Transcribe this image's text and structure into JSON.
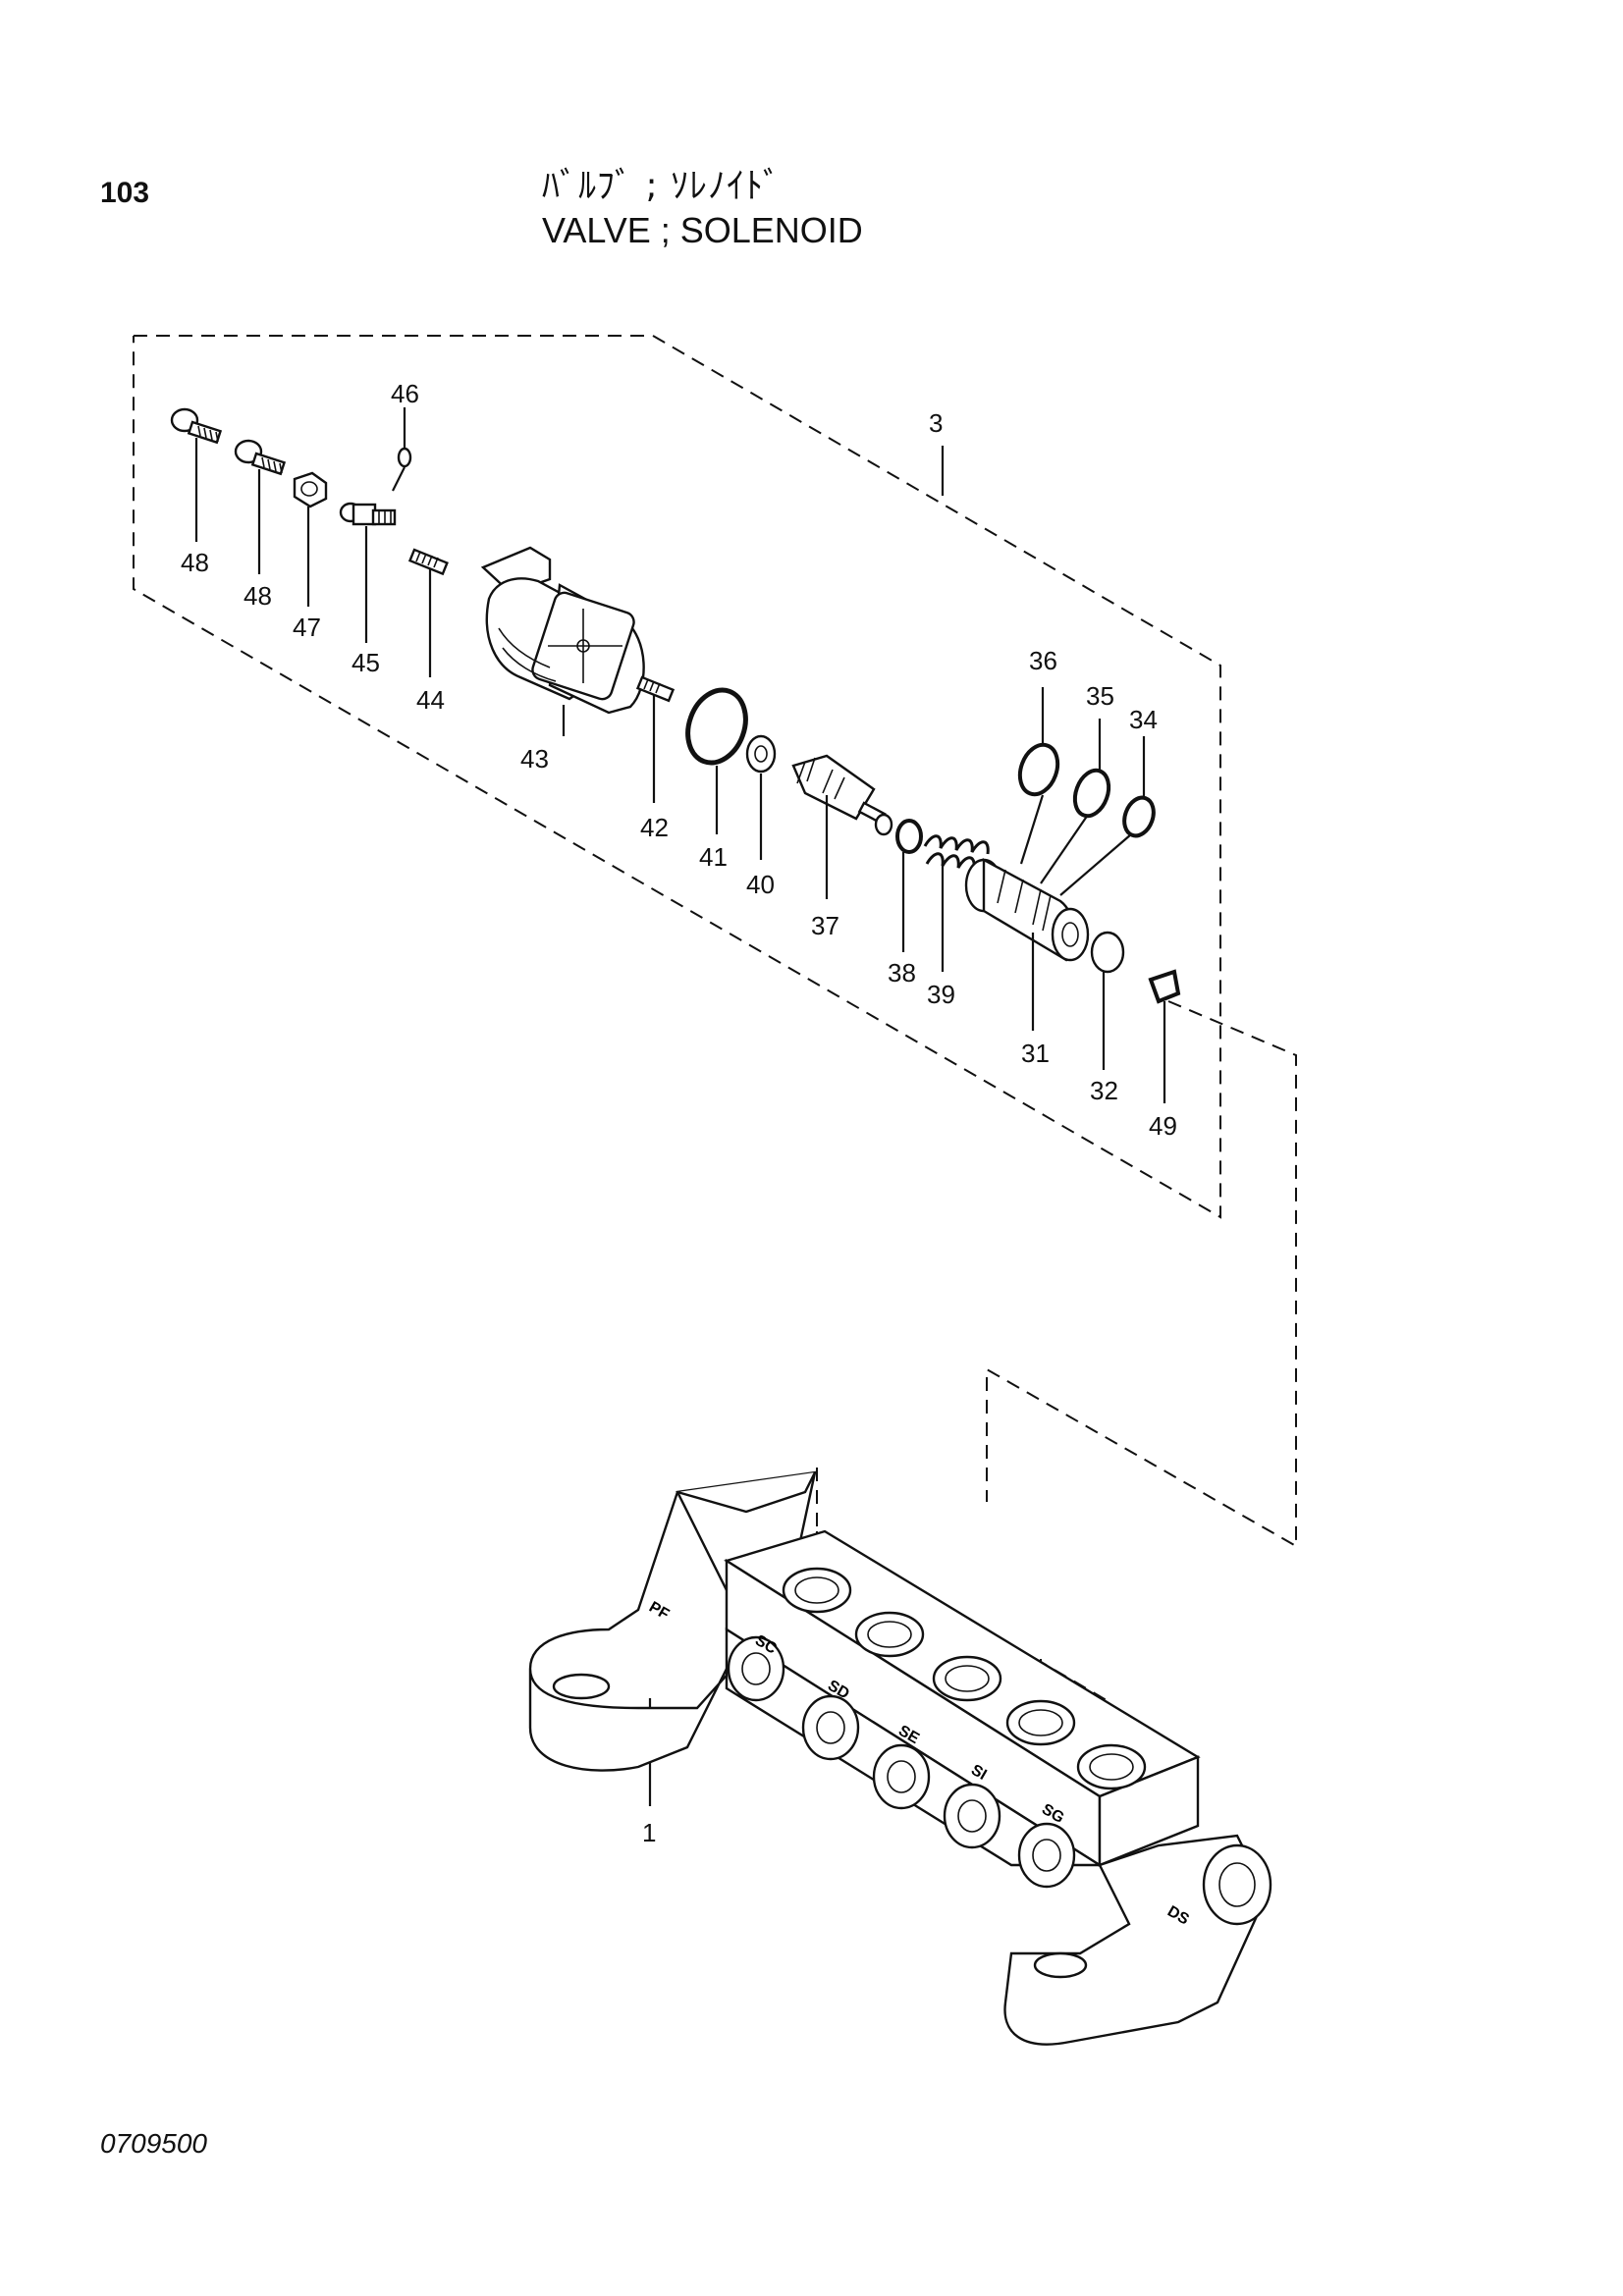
{
  "header": {
    "page_number": "103",
    "title_jp": "ﾊﾞﾙﾌﾞ ; ｿﾚﾉｲﾄﾞ",
    "title_en": "VALVE ; SOLENOID"
  },
  "footer": {
    "doc_code": "0709500"
  },
  "callouts": {
    "c1": "1",
    "c3": "3",
    "c31": "31",
    "c32": "32",
    "c34": "34",
    "c35": "35",
    "c36": "36",
    "c37": "37",
    "c38": "38",
    "c39": "39",
    "c40": "40",
    "c41": "41",
    "c42": "42",
    "c43": "43",
    "c44": "44",
    "c45": "45",
    "c46": "46",
    "c47": "47",
    "c48a": "48",
    "c48b": "48",
    "c49": "49"
  },
  "port_markings": {
    "pf": "PF",
    "sc": "SC",
    "sd": "SD",
    "se": "SE",
    "si": "SI",
    "sg": "SG",
    "ds": "DS"
  }
}
